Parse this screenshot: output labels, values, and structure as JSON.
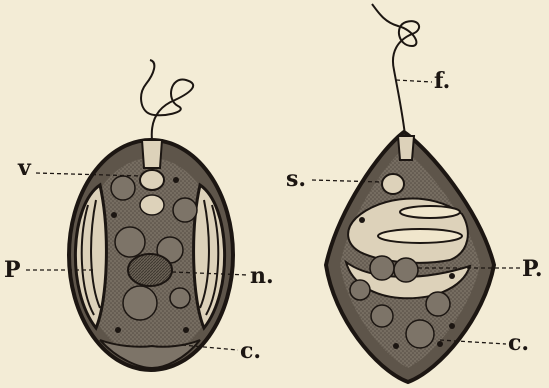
{
  "labels": {
    "left": {
      "v": "v",
      "p": "P",
      "n": "n.",
      "c": "c."
    },
    "right": {
      "f": "f.",
      "s": "s.",
      "p": "P.",
      "c": "c."
    }
  },
  "colors": {
    "paper": "#f3ecd6",
    "ink": "#1c1612",
    "shade": "#5e554a",
    "granule": "#7d7468",
    "light": "#ddd2ba"
  }
}
